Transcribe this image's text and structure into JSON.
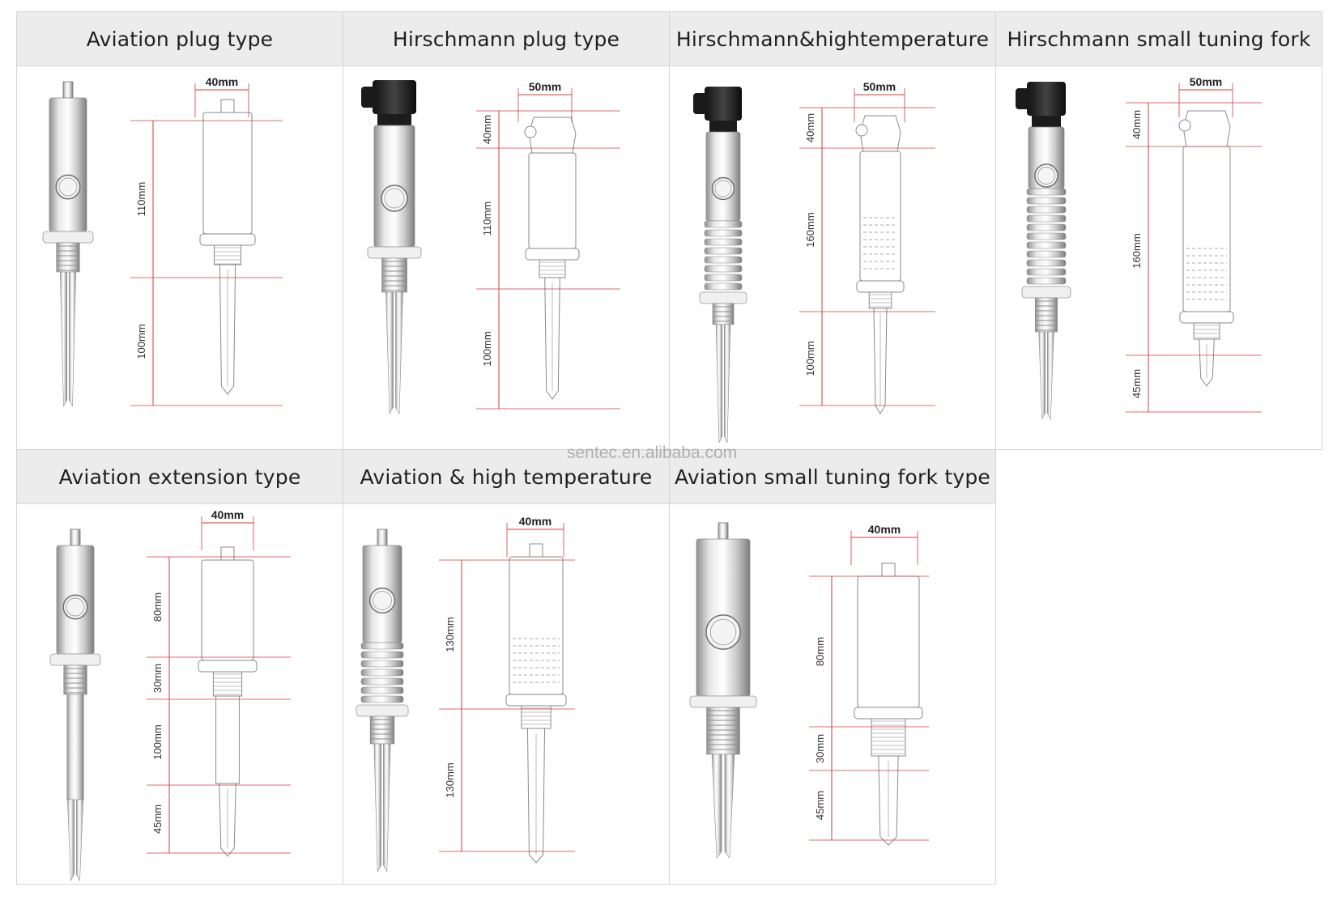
{
  "watermark": "sentec.en.alibaba.com",
  "products": [
    {
      "title": "Aviation plug type",
      "width": "40mm",
      "segments": [
        "110mm",
        "100mm"
      ]
    },
    {
      "title": "Hirschmann plug type",
      "width": "50mm",
      "segments": [
        "40mm",
        "110mm",
        "100mm"
      ]
    },
    {
      "title": "Hirschmann&hightemperature",
      "width": "50mm",
      "segments": [
        "40mm",
        "160mm",
        "100mm"
      ]
    },
    {
      "title": "Hirschmann small tuning fork",
      "width": "50mm",
      "segments": [
        "40mm",
        "160mm",
        "45mm"
      ]
    },
    {
      "title": "Aviation extension type",
      "width": "40mm",
      "segments": [
        "80mm",
        "30mm",
        "100mm",
        "45mm"
      ]
    },
    {
      "title": "Aviation & high temperature",
      "width": "40mm",
      "segments": [
        "130mm",
        "130mm"
      ]
    },
    {
      "title": "Aviation small tuning fork type",
      "width": "40mm",
      "segments": [
        "80mm",
        "30mm",
        "45mm"
      ]
    }
  ]
}
